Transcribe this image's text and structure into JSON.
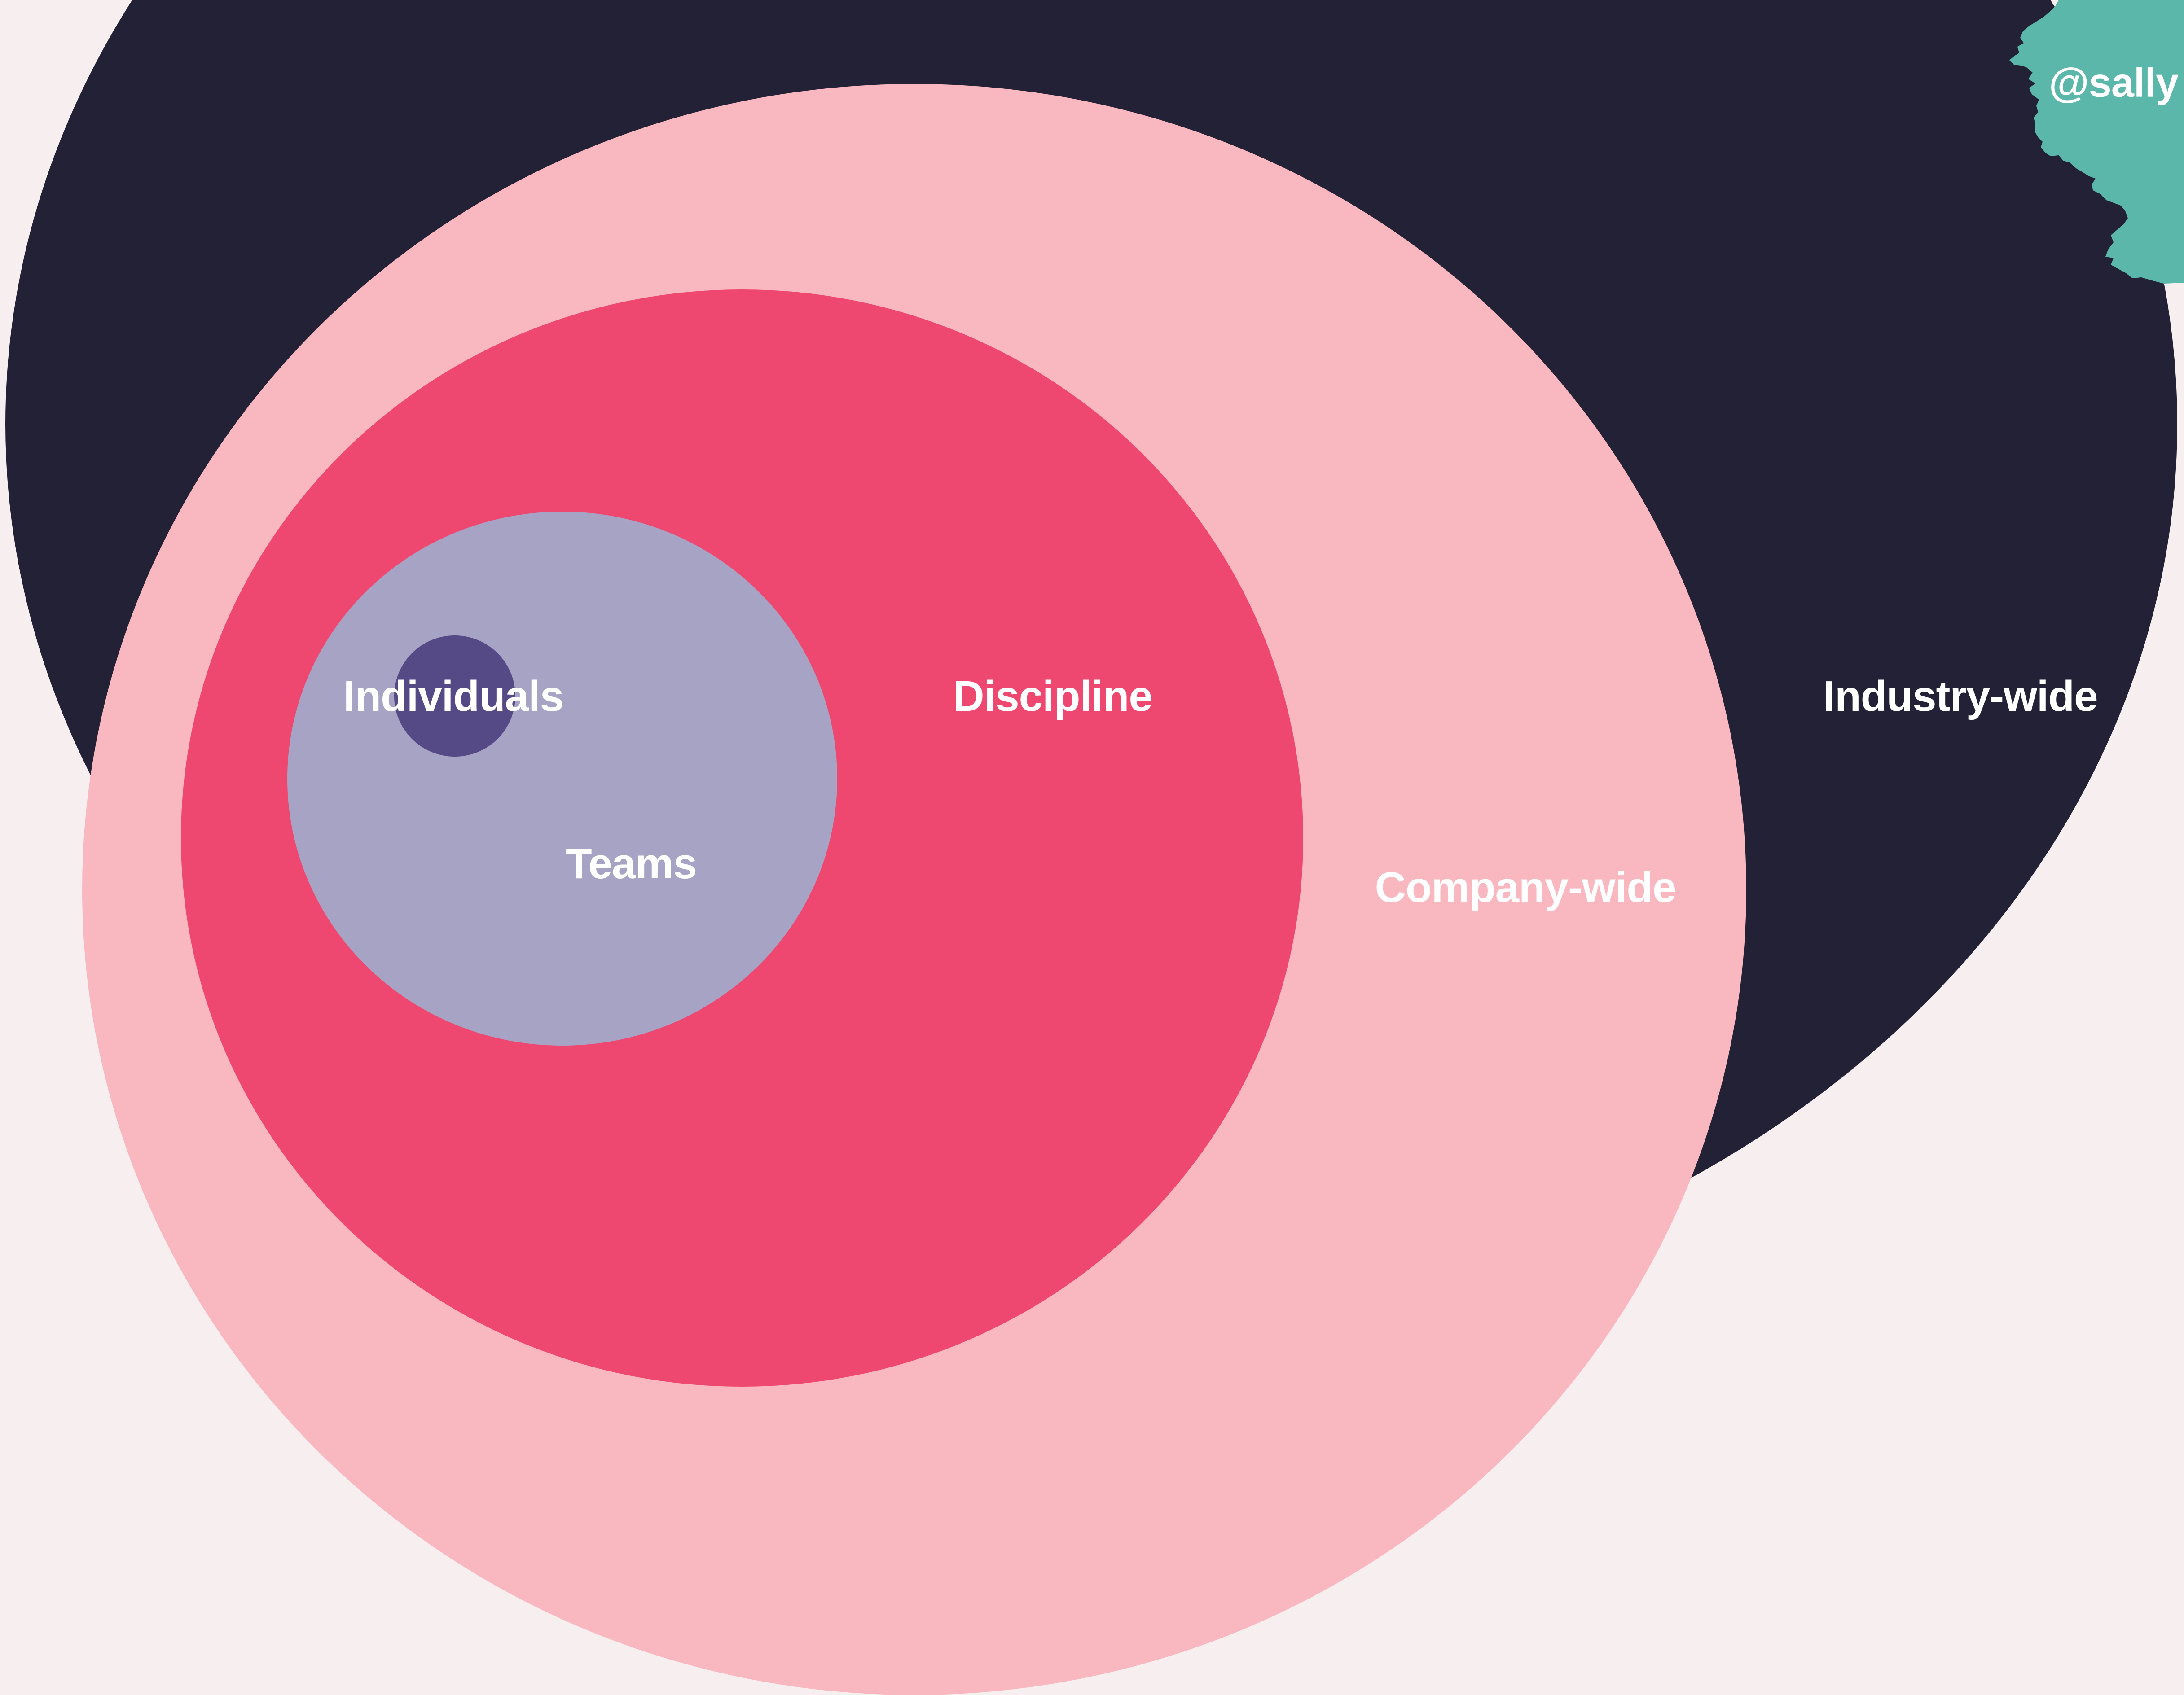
{
  "colors": {
    "background": "#f7efef",
    "industry": "#222135",
    "company": "#f9b7bf",
    "discipline": "#ef4870",
    "teams": "#a6a3c4",
    "individuals": "#554a86",
    "brand_splash": "#5bb7a9",
    "label_text": "#ffffff"
  },
  "diagram": {
    "rings": [
      {
        "key": "industry",
        "label": "Industry-wide"
      },
      {
        "key": "company",
        "label": "Company-wide"
      },
      {
        "key": "discipline",
        "label": "Discipline"
      },
      {
        "key": "teams",
        "label": "Teams"
      },
      {
        "key": "individuals",
        "label": "Individuals"
      }
    ]
  },
  "brand": {
    "handle": "@sally"
  }
}
